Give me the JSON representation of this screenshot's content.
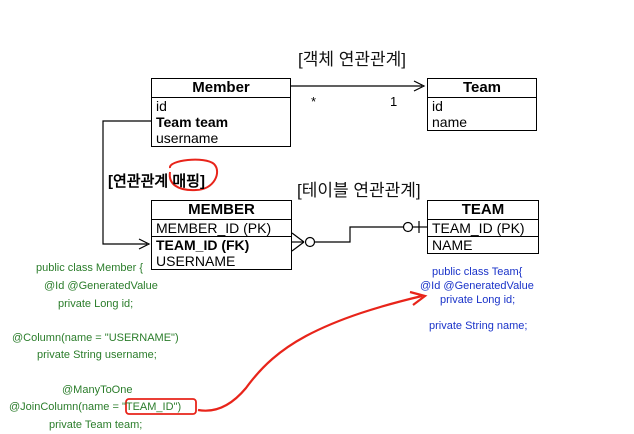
{
  "headings": {
    "object_relation": "[객체 연관관계]",
    "table_relation": "[테이블 연관관계]",
    "mapping_prefix": "[연관관계",
    "mapping_circled": "매핑]"
  },
  "object_model": {
    "member": {
      "title": "Member",
      "fields": [
        "id",
        "Team team",
        "username"
      ]
    },
    "team": {
      "title": "Team",
      "fields": [
        "id",
        "name"
      ]
    },
    "multiplicity_many": "*",
    "multiplicity_one": "1"
  },
  "table_model": {
    "member": {
      "title": "MEMBER",
      "columns": [
        "MEMBER_ID (PK)",
        "TEAM_ID (FK)",
        "USERNAME"
      ]
    },
    "team": {
      "title": "TEAM",
      "columns": [
        "TEAM_ID (PK)",
        "NAME"
      ]
    }
  },
  "member_code": {
    "class_decl": "public class Member {",
    "id_annotations": "@Id @GeneratedValue",
    "id_field": "private Long id;",
    "column_annotation": "@Column(name = \"USERNAME\")",
    "username_field": "private String username;",
    "many_to_one": "@ManyToOne",
    "join_column_prefix": "@JoinColumn(name = ",
    "join_column_value": "\"TEAM_ID\")",
    "team_field": "private Team team;"
  },
  "team_code": {
    "class_decl": "public class Team{",
    "id_annotations": "@Id @GeneratedValue",
    "id_field": "private Long id;",
    "name_field": "private String name;"
  },
  "colors": {
    "member_code": "#2b7d2b",
    "team_code": "#1a33c9",
    "annotation_red": "#e8241a"
  },
  "icons": [
    "arrow-right-icon",
    "crows-foot-many-icon",
    "crows-foot-one-icon",
    "red-curve-arrow-icon",
    "red-circle-highlight-icon"
  ]
}
